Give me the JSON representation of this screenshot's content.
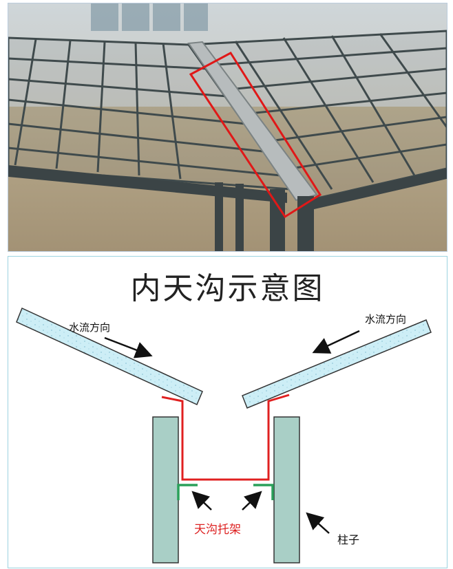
{
  "diagram": {
    "title": "内天沟示意图",
    "labels": {
      "flow_left": "水流方向",
      "flow_right": "水流方向",
      "gutter_bracket": "天沟托架",
      "column": "柱子"
    },
    "colors": {
      "gutter_line": "#e02020",
      "bracket": "#2aa05a",
      "column_fill": "#a9cfc6",
      "roof_fill": "#cdeef6",
      "highlight_box": "#e01818"
    }
  },
  "photo": {
    "description_icon": "steel-roof-frame-photo"
  }
}
